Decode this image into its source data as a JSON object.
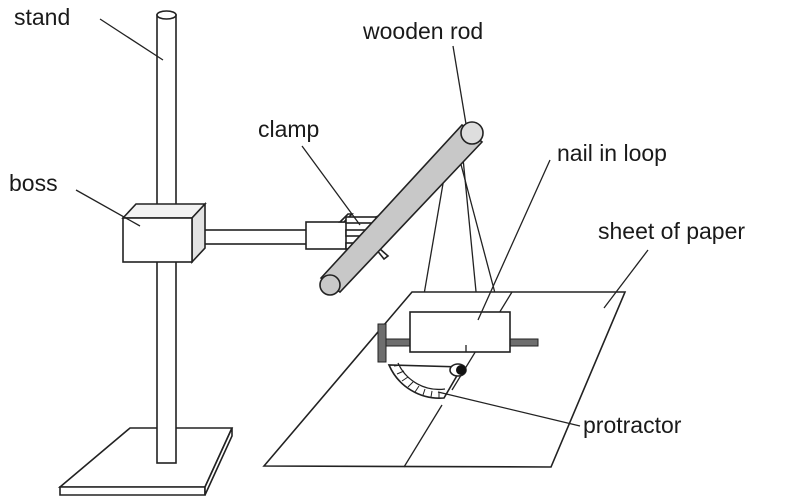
{
  "labels": {
    "stand": "stand",
    "wooden_rod": "wooden rod",
    "clamp": "clamp",
    "boss": "boss",
    "nail_in_loop": "nail in loop",
    "sheet_of_paper": "sheet of paper",
    "protractor": "protractor"
  }
}
